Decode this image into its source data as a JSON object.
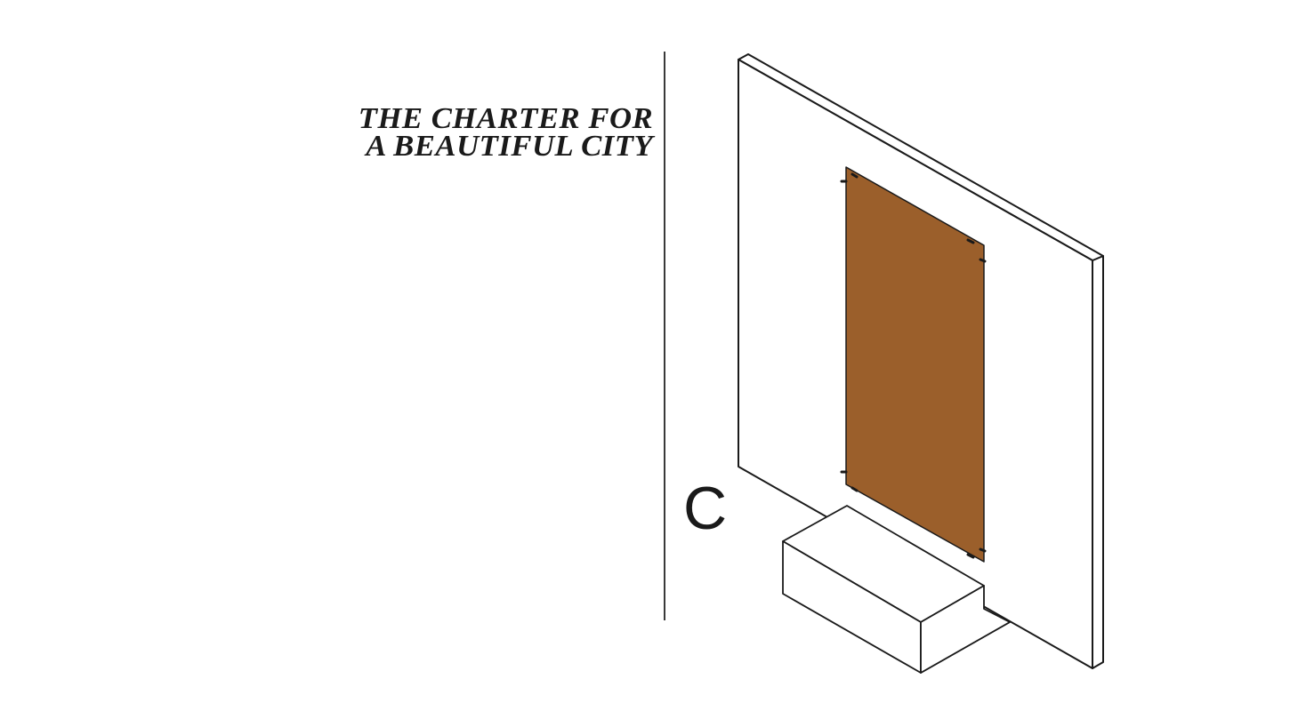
{
  "title": {
    "line1": "THE CHARTER FOR",
    "line2": "A BEAUTIFUL CITY"
  },
  "section_letter": "C",
  "colors": {
    "panel_fill": "#9b5f2b",
    "line": "#1a1a1a",
    "background": "#ffffff"
  }
}
